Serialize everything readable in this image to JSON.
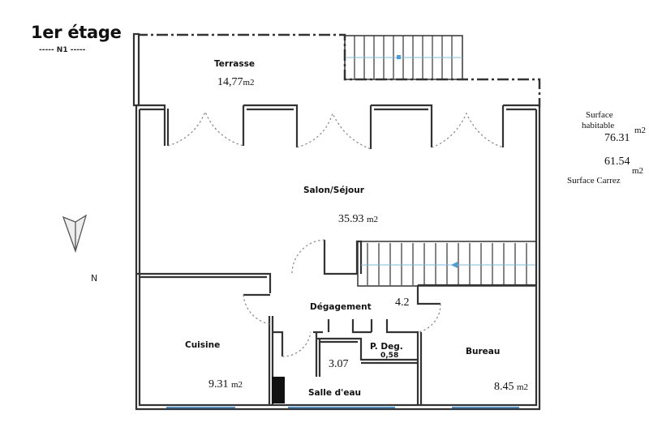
{
  "header": {
    "title": "1er étage",
    "level": "----- N1 -----"
  },
  "summary": {
    "habitable_label_1": "Surface",
    "habitable_label_2": "habitable",
    "habitable_value": "76.31",
    "habitable_unit": "m2",
    "carrez_value": "61.54",
    "carrez_unit": "m2",
    "carrez_label": "Surface Carrez"
  },
  "compass": {
    "icon": "north-arrow-icon",
    "label": "N"
  },
  "rooms": {
    "terrasse": {
      "name": "Terrasse",
      "area": "14,77",
      "unit": "m2"
    },
    "salon": {
      "name": "Salon/Séjour",
      "area": "35.93",
      "unit": "m2"
    },
    "degagement": {
      "name": "Dégagement",
      "area": "4.2"
    },
    "cuisine": {
      "name": "Cuisine",
      "area": "9.31",
      "unit": "m2"
    },
    "p_deg": {
      "name": "P. Deg.",
      "area": "0,58"
    },
    "salle_eau": {
      "name": "Salle d'eau",
      "area": "3.07"
    },
    "bureau": {
      "name": "Bureau",
      "area": "8.45",
      "unit": "m2"
    }
  },
  "colors": {
    "wall": "#333333",
    "window": "#4a90c8",
    "stair_arrow": "#4a9fd8"
  }
}
